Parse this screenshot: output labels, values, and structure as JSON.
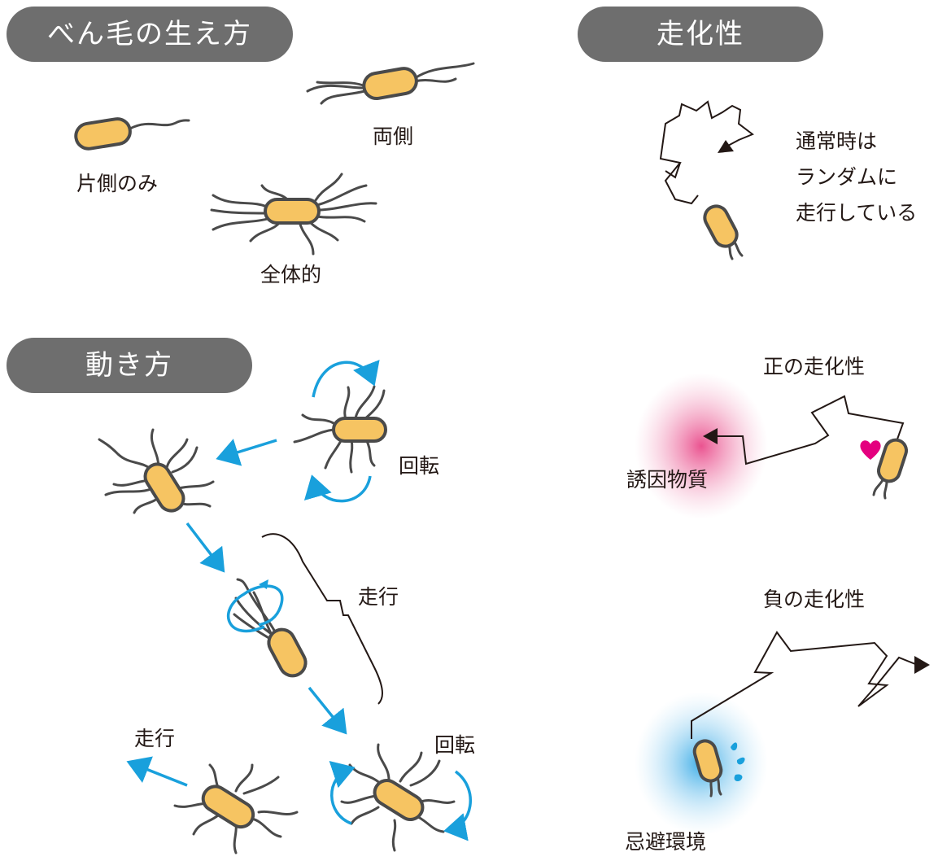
{
  "headers": {
    "flagella": "べん毛の生え方",
    "motion": "動き方",
    "taxis": "走化性"
  },
  "flagella_types": {
    "one_side": "片側のみ",
    "both_sides": "両側",
    "whole": "全体的"
  },
  "motion_labels": {
    "rotate_1": "回転",
    "run_1": "走行",
    "run_2": "走行",
    "rotate_2": "回転"
  },
  "taxis_labels": {
    "normal_line1": "通常時は",
    "normal_line2": "ランダムに",
    "normal_line3": "走行している",
    "positive": "正の走化性",
    "attractant": "誘因物質",
    "negative": "負の走化性",
    "repellent": "忌避環境"
  },
  "colors": {
    "header_bg": "#6e6e6e",
    "bacterium": "#f6c462",
    "flagellum": "#4a4a4a",
    "arrow_blue": "#19a0dc",
    "attractant_glow": "#e94a8a",
    "repellent_glow": "#33a9e6",
    "heart": "#e4007f"
  }
}
